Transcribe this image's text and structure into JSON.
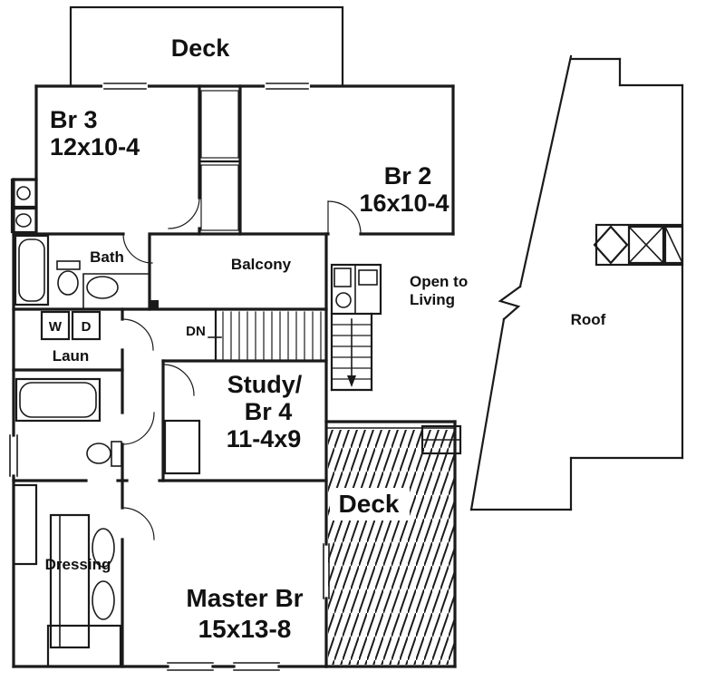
{
  "colors": {
    "ink": "#1a1a1a",
    "paper": "#ffffff"
  },
  "labels": {
    "deck_top": "Deck",
    "br3_name": "Br 3",
    "br3_size": "12x10-4",
    "br2_name": "Br 2",
    "br2_size": "16x10-4",
    "bath": "Bath",
    "balcony": "Balcony",
    "open_line1": "Open to",
    "open_line2": "Living",
    "roof": "Roof",
    "washer": "W",
    "dryer": "D",
    "laundry": "Laun",
    "down": "DN",
    "study_line1": "Study/",
    "study_line2": "Br 4",
    "study_size": "11-4x9",
    "deck_right": "Deck",
    "dressing": "Dressing",
    "master_name": "Master Br",
    "master_size": "15x13-8"
  }
}
